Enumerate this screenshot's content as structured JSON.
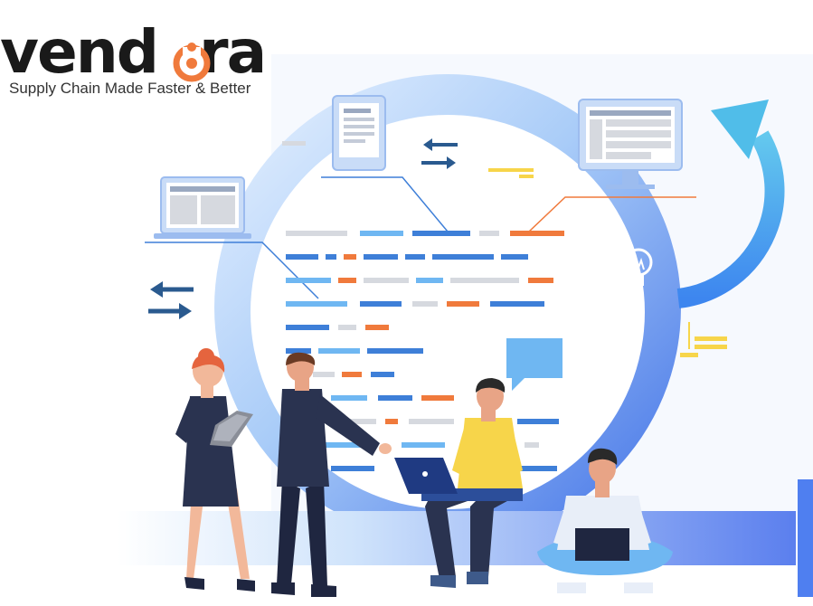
{
  "logo": {
    "word_prefix": "vend",
    "word_suffix": "ra",
    "tagline": "Supply Chain Made Faster & Better"
  },
  "colors": {
    "accent_orange": "#f07a3c",
    "ring_blue": "#4f86ef",
    "arrow_light_blue": "#42b3e8",
    "navy": "#2a3350",
    "yellow_shirt": "#f7d54a",
    "bar_gray": "#d6d9df",
    "bar_light_blue": "#6fb7f2",
    "bar_blue": "#3e7fd8"
  },
  "icons": [
    "tablet-icon",
    "laptop-icon",
    "monitor-icon",
    "lightbulb-icon",
    "swap-arrows-icon",
    "speech-bubble-icon",
    "cycle-arrow-icon"
  ]
}
